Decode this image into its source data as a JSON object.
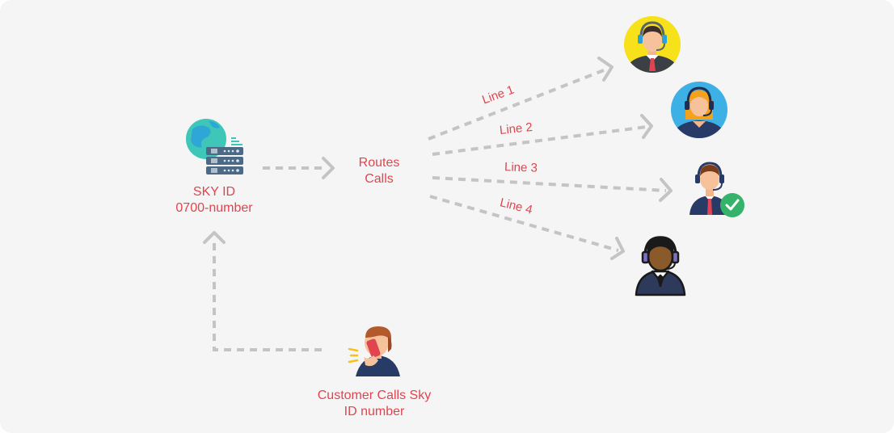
{
  "nodes": {
    "sky_id": {
      "line1": "SKY ID",
      "line2": "0700-number",
      "icon": "globe-server-icon"
    },
    "router": {
      "line1": "Routes",
      "line2": "Calls"
    },
    "customer": {
      "line1": "Customer Calls Sky",
      "line2": "ID number",
      "icon": "customer-calling-icon"
    }
  },
  "lines": [
    {
      "label": "Line 1",
      "agent_icon": "agent-male-headset-icon"
    },
    {
      "label": "Line 2",
      "agent_icon": "agent-female-headset-icon"
    },
    {
      "label": "Line 3",
      "agent_icon": "agent-available-checkmark-icon"
    },
    {
      "label": "Line 4",
      "agent_icon": "agent-dark-headset-icon"
    }
  ],
  "colors": {
    "background": "#f5f5f5",
    "label_red": "#e0454f",
    "arrow_gray": "#c4c4c4",
    "check_green": "#35b36b",
    "avatar_yellow": "#f7e11b",
    "avatar_blue": "#3db0e6"
  }
}
